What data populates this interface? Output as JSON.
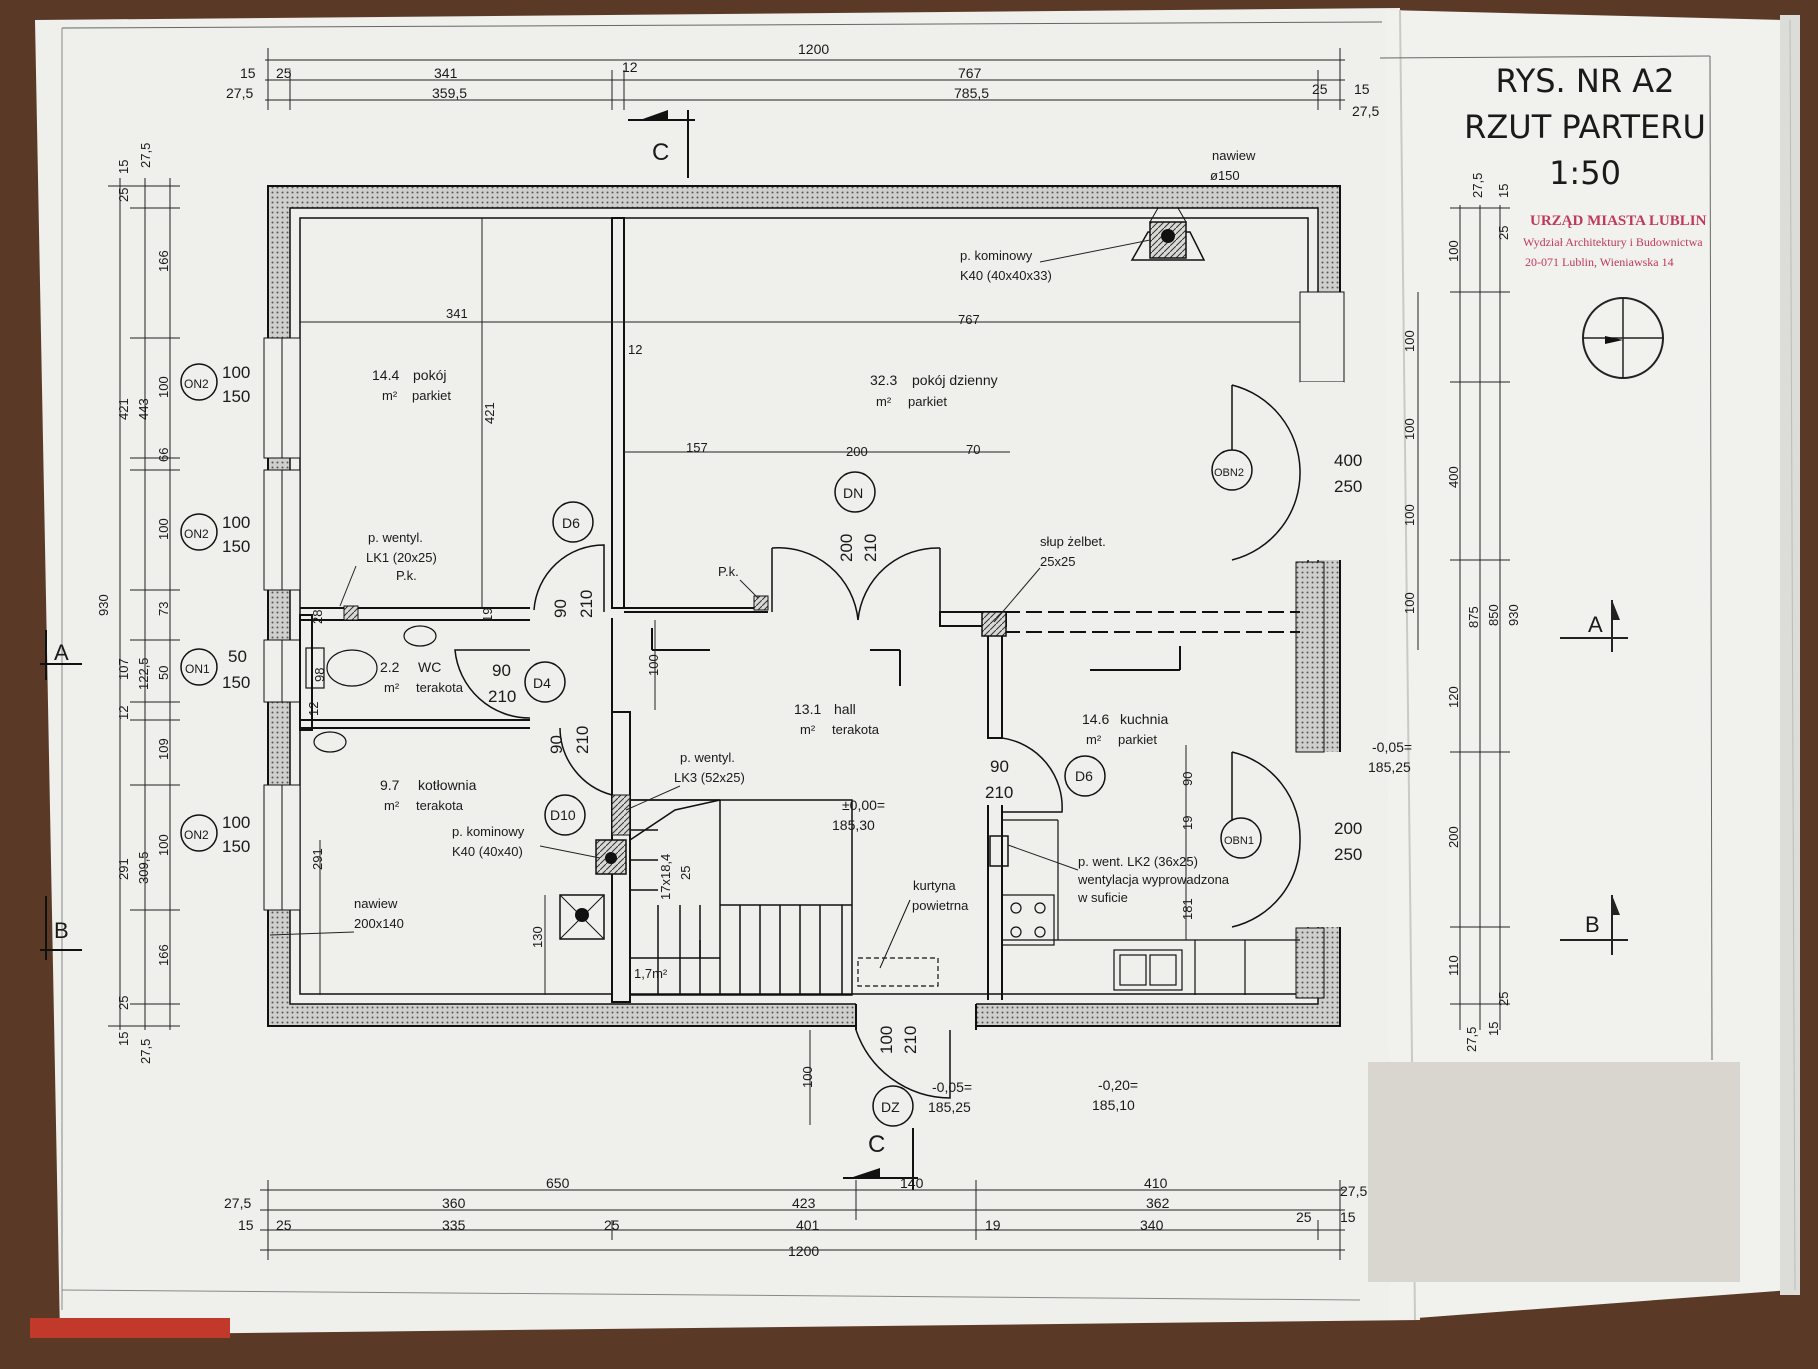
{
  "sheet": {
    "title_line1": "RYS. NR A2",
    "title_line2": "RZUT PARTERU",
    "scale": "1:50"
  },
  "stamp": {
    "line1": "URZĄD MIASTA LUBLIN",
    "line2": "Wydział Architektury i Budownictwa",
    "line3": "20-071 Lublin, Wieniawska 14"
  },
  "sections": {
    "c_top": "C",
    "c_bottom": "C",
    "a_left": "A",
    "b_left": "B",
    "a_right": "A",
    "b_right": "B"
  },
  "rooms": {
    "pokoj": {
      "area": "14.4",
      "name": "pokój",
      "unit": "m²",
      "floor": "parkiet"
    },
    "dzienny": {
      "area": "32.3",
      "name": "pokój dzienny",
      "unit": "m²",
      "floor": "parkiet"
    },
    "wc": {
      "area": "2.2",
      "name": "WC",
      "unit": "m²",
      "floor": "terakota"
    },
    "hall": {
      "area": "13.1",
      "name": "hall",
      "unit": "m²",
      "floor": "terakota"
    },
    "kotlownia": {
      "area": "9.7",
      "name": "kotłownia",
      "unit": "m²",
      "floor": "terakota"
    },
    "kuchnia": {
      "area": "14.6",
      "name": "kuchnia",
      "unit": "m²",
      "floor": "parkiet"
    }
  },
  "notes": {
    "nawiew_top_1": "nawiew",
    "nawiew_top_2": "ø150",
    "komin_top_1": "p. kominowy",
    "komin_top_2": "K40 (40x40x33)",
    "wentyl_lk1_1": "p. wentyl.",
    "wentyl_lk1_2": "LK1 (20x25)",
    "pk_1": "P.k.",
    "pk_2": "P.k.",
    "slup_1": "słup żelbet.",
    "slup_2": "25x25",
    "wentyl_lk3_1": "p. wentyl.",
    "wentyl_lk3_2": "LK3 (52x25)",
    "komin_mid_1": "p. kominowy",
    "komin_mid_2": "K40 (40x40)",
    "went_lk2_1": "p. went. LK2 (36x25)",
    "went_lk2_2": "wentylacja wyprowadzona",
    "went_lk2_3": "w suficie",
    "kurtyna_1": "kurtyna",
    "kurtyna_2": "powietrna",
    "nawiew_low_1": "nawiew",
    "nawiew_low_2": "200x140",
    "stairs": "17x18,4",
    "stairs_w": "25",
    "area_small": "1,7m²"
  },
  "levels": {
    "hall_1": "±0,00=",
    "hall_2": "185,30",
    "right_1": "-0,05=",
    "right_2": "185,25",
    "dz_1": "-0,05=",
    "dz_2": "185,25",
    "out_1": "-0,20=",
    "out_2": "185,10"
  },
  "openings": [
    {
      "tag": "ON2",
      "w": "100",
      "h": "150"
    },
    {
      "tag": "ON2",
      "w": "100",
      "h": "150"
    },
    {
      "tag": "ON1",
      "w": "50",
      "h": "150"
    },
    {
      "tag": "ON2",
      "w": "100",
      "h": "150"
    },
    {
      "tag": "OBN2",
      "w": "400",
      "h": "250"
    },
    {
      "tag": "OBN1",
      "w": "200",
      "h": "250"
    }
  ],
  "doors": {
    "d6_left": {
      "tag": "D6",
      "w": "90",
      "h": "210"
    },
    "dn": {
      "tag": "DN",
      "w": "200",
      "h": "210"
    },
    "d4": {
      "tag": "D4",
      "w": "90",
      "h": "210"
    },
    "d10": {
      "tag": "D10",
      "w": "90",
      "h": "210"
    },
    "d6_right": {
      "tag": "D6",
      "w": "90",
      "h": "210"
    },
    "dz": {
      "tag": "DZ",
      "w": "100",
      "h": "210"
    }
  },
  "dims_top": {
    "total": "1200",
    "a15": "15",
    "a25": "25",
    "a341": "341",
    "a12": "12",
    "a767": "767",
    "a25b": "25",
    "a15b": "15",
    "b275": "27,5",
    "b3595": "359,5",
    "b7855": "785,5",
    "b275b": "27,5"
  },
  "dims_bottom": {
    "a275": "27,5",
    "a650": "650",
    "a140": "140",
    "a410": "410",
    "a275b": "27,5",
    "b360": "360",
    "b423": "423",
    "b362": "362",
    "c15": "15",
    "c25": "25",
    "c335": "335",
    "c25b": "25",
    "c401": "401",
    "c19": "19",
    "c340": "340",
    "c25c": "25",
    "c15b": "15",
    "total": "1200"
  },
  "dims_left": {
    "o275": "27,5",
    "o15": "15",
    "o25": "25",
    "o166": "166",
    "o100": "100",
    "o66": "66",
    "o100b": "100",
    "o73": "73",
    "o50": "50",
    "o12": "12",
    "o109": "109",
    "o100c": "100",
    "o166b": "166",
    "o25b": "25",
    "o15b": "15",
    "o275b": "27,5",
    "m930": "930",
    "m421": "421",
    "m443": "443",
    "m107": "107",
    "m1225": "122,5",
    "m291": "291",
    "m3095": "309,5"
  },
  "dims_right": {
    "r100a": "100",
    "r100b": "100",
    "r100c": "100",
    "r100d": "100",
    "s275": "27,5",
    "s15": "15",
    "s25": "25",
    "s100": "100",
    "s400": "400",
    "s120": "120",
    "s200": "200",
    "s110": "110",
    "s25b": "25",
    "s15b": "15",
    "s275b": "27,5",
    "s875": "875",
    "s850": "850",
    "s930": "930"
  },
  "dims_inner": {
    "i341": "341",
    "i767": "767",
    "i12": "12",
    "i421": "421",
    "i157": "157",
    "i200": "200",
    "i70": "70",
    "i28": "28",
    "i19": "19",
    "i98": "98",
    "i12b": "12",
    "i291": "291",
    "i130": "130",
    "i100": "100",
    "i90": "90",
    "i19b": "19",
    "i181": "181",
    "i100b": "100"
  }
}
